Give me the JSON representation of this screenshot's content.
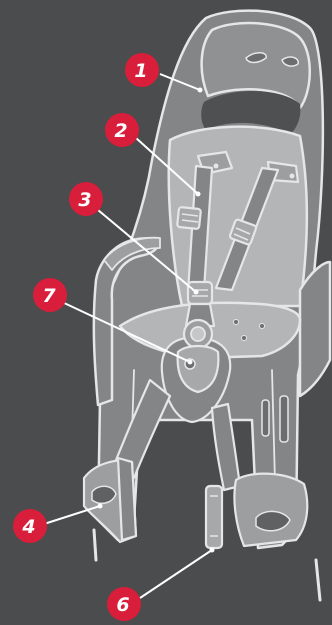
{
  "callouts": [
    {
      "number": "1",
      "part": "headrest"
    },
    {
      "number": "2",
      "part": "shoulder-strap"
    },
    {
      "number": "3",
      "part": "harness-buckle"
    },
    {
      "number": "4",
      "part": "foot-rest"
    },
    {
      "number": "6",
      "part": "foot-strap-adjuster"
    },
    {
      "number": "7",
      "part": "central-buckle"
    }
  ],
  "colors": {
    "background": "#4a4c4e",
    "seat_shell": "#838587",
    "seat_padding": "#b3b5b7",
    "outline": "#e6e6e6",
    "badge": "#d81e3a",
    "badge_text": "#ffffff"
  }
}
